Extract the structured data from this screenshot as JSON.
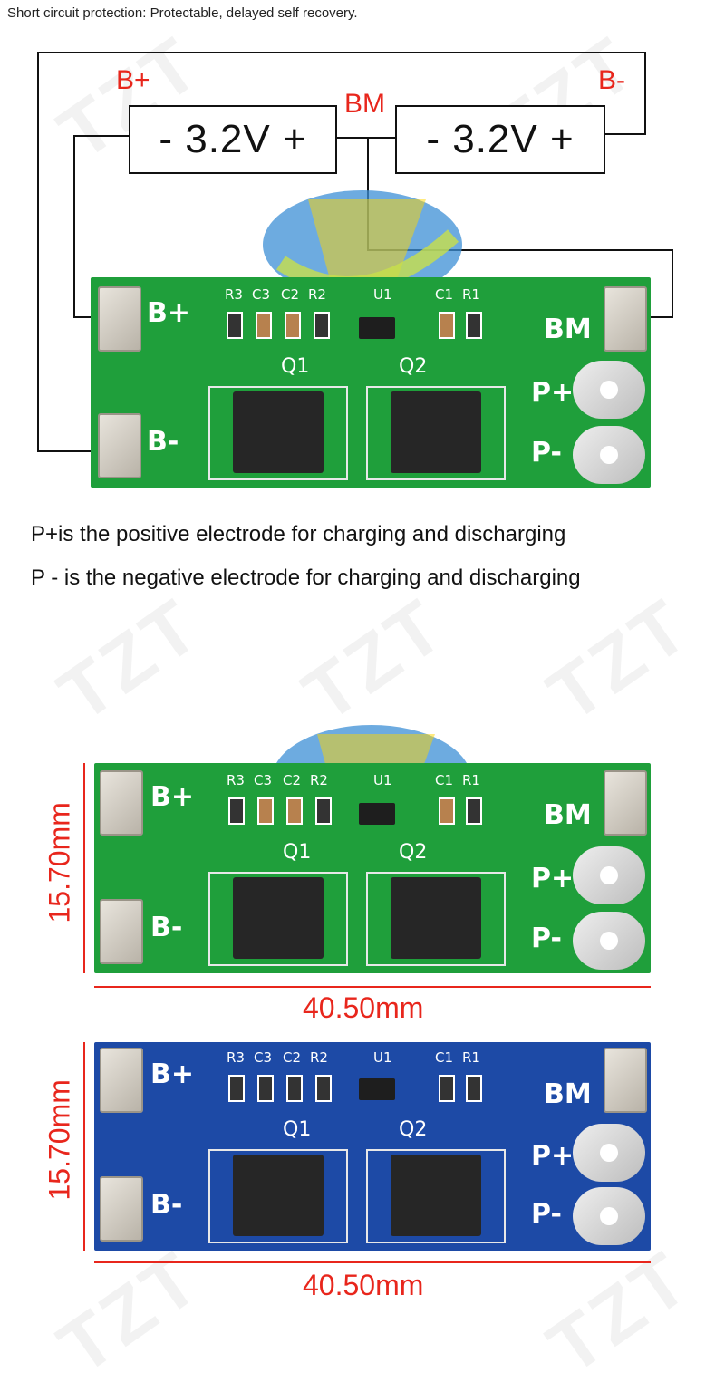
{
  "header_note": "Short circuit protection: Protectable, delayed self recovery.",
  "diagram": {
    "cell_left": "- 3.2V +",
    "cell_right": "- 3.2V +",
    "label_bplus": "B+",
    "label_bm": "BM",
    "label_bminus": "B-"
  },
  "description": {
    "line1": "P+is the positive electrode for charging and discharging",
    "line2": "P - is the negative electrode for charging and discharging"
  },
  "silkscreen": {
    "b_plus": "B+",
    "b_minus": "B-",
    "bm": "BM",
    "p_plus": "P+",
    "p_minus": "P-",
    "r3": "R3",
    "c3": "C3",
    "c2": "C2",
    "r2": "R2",
    "u1": "U1",
    "c1": "C1",
    "r1": "R1",
    "q1": "Q1",
    "q2": "Q2"
  },
  "dimensions": {
    "height_green": "15.70mm",
    "width_green": "40.50mm",
    "height_blue": "15.70mm",
    "width_blue": "40.50mm"
  },
  "watermark": "TZT",
  "colors": {
    "red": "#e8261c",
    "pcb_green": "#1f9f3b",
    "pcb_blue": "#1d4aa6"
  }
}
